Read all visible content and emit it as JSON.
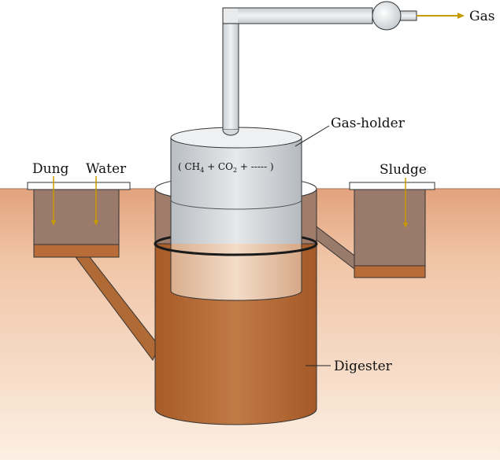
{
  "labels": {
    "gas": "Gas",
    "gas_holder": "Gas-holder",
    "dung": "Dung",
    "water": "Water",
    "sludge": "Sludge",
    "digester": "Digester"
  },
  "formula": {
    "open": "( CH",
    "ch4_sub": "4",
    "plus1": " + CO",
    "co2_sub": "2",
    "rest": " + ----- )"
  },
  "colors": {
    "soil_top": "#e8ab86",
    "soil_bottom": "#fbecde",
    "slurry": "#b86c37",
    "pit_fill": "#9b7a6c",
    "gas_holder": "#c9cdd1",
    "gas_holder_lower": "#e4c0a3",
    "pipe": "#d6dadd",
    "arrow": "#c79a00"
  }
}
